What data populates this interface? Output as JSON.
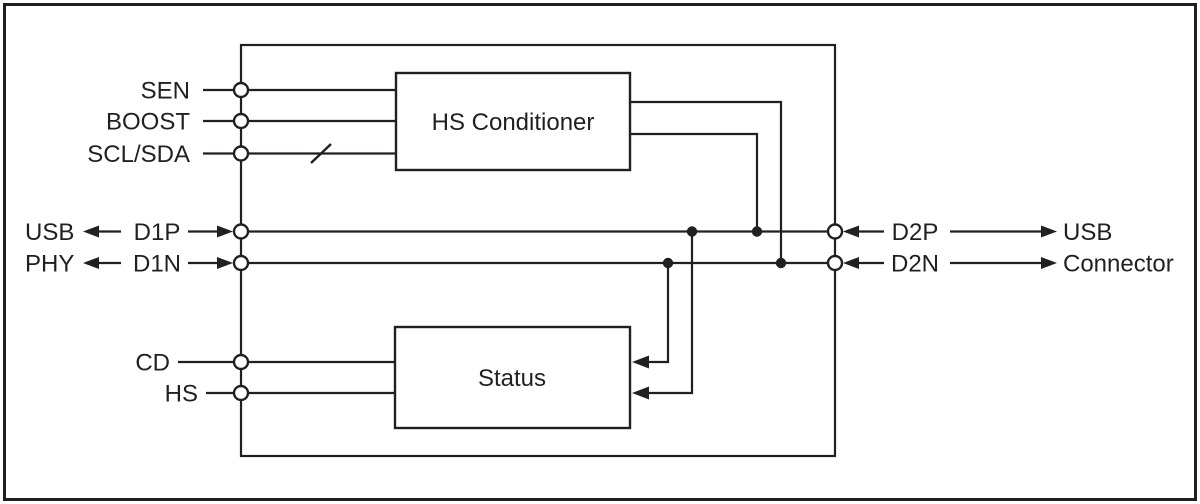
{
  "figure": {
    "type": "block-diagram",
    "blocks": {
      "hs_conditioner": {
        "label": "HS Conditioner"
      },
      "status": {
        "label": "Status"
      }
    },
    "pins": {
      "sen": "SEN",
      "boost": "BOOST",
      "scl_sda": "SCL/SDA",
      "d1p": "D1P",
      "d1n": "D1N",
      "cd": "CD",
      "hs": "HS",
      "d2p": "D2P",
      "d2n": "D2N"
    },
    "external_labels": {
      "left_line1": "USB",
      "left_line2": "PHY",
      "right_line1": "USB",
      "right_line2": "Connector"
    },
    "colors": {
      "ink": "#231f20",
      "background": "#ffffff"
    }
  }
}
